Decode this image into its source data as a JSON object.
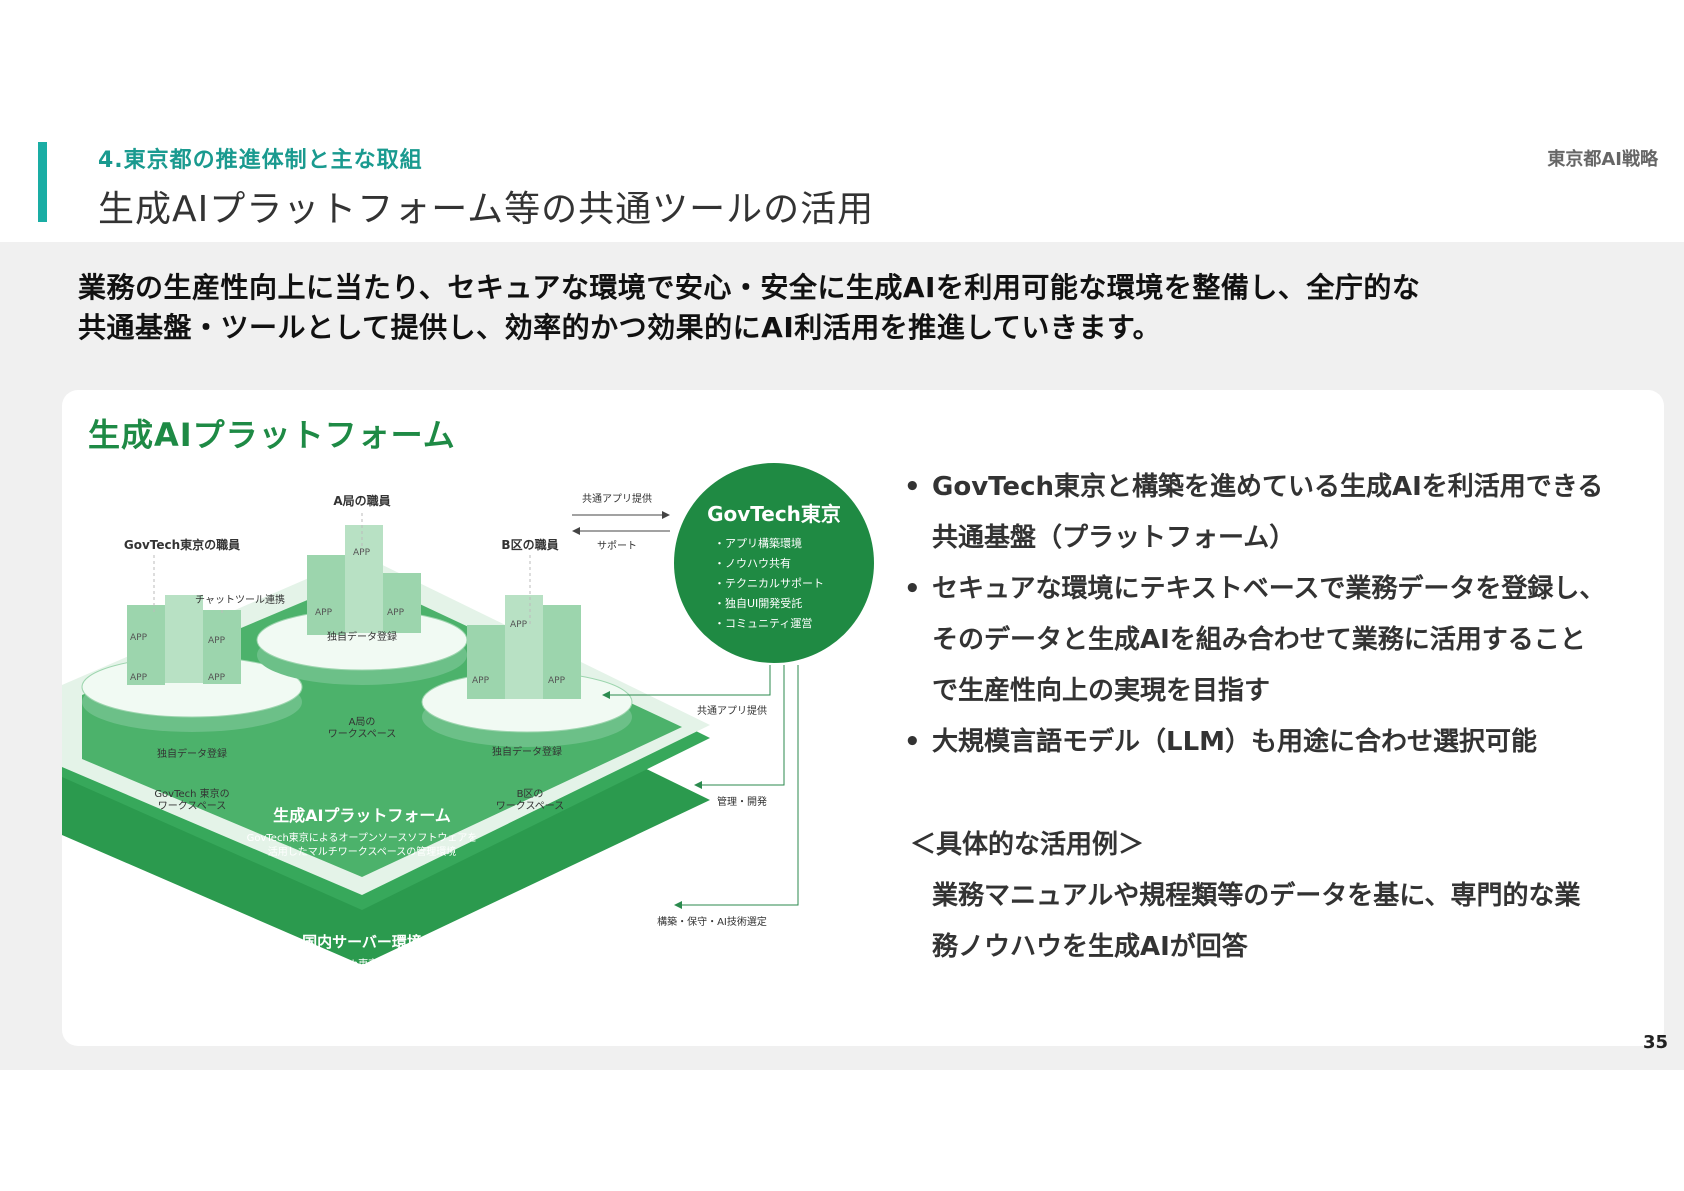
{
  "header": {
    "section": "4.東京都の推進体制と主な取組",
    "title": "生成AIプラットフォーム等の共通ツールの活用",
    "strategy": "東京都AI戦略"
  },
  "lead": {
    "line1": "業務の生産性向上に当たり、セキュアな環境で安心・安全に生成AIを利用可能な環境を整備し、全庁的な",
    "line2": "共通基盤・ツールとして提供し、効率的かつ効果的にAI利活用を推進していきます。"
  },
  "card": {
    "title": "生成AIプラットフォーム"
  },
  "diagram": {
    "govtech_circle": {
      "title": "GovTech東京",
      "items": [
        "・アプリ構築環境",
        "・ノウハウ共有",
        "・テクニカルサポート",
        "・独自UI開発受託",
        "・コミュニティ運営"
      ]
    },
    "staff_govtech": "GovTech東京の職員",
    "staff_a": "A局の職員",
    "staff_b": "B区の職員",
    "chat_tool": "チャットツール連携",
    "arrow_provide": "共通アプリ提供",
    "arrow_support": "サポート",
    "arrow_provide2": "共通アプリ提供",
    "arrow_manage": "管理・開発",
    "arrow_build": "構築・保守・AI技術選定",
    "app_label": "APP",
    "own_data": "独自データ登録",
    "ws_govtech_1": "GovTech 東京の",
    "ws_govtech_2": "ワークスペース",
    "ws_a_1": "A局の",
    "ws_a_2": "ワークスペース",
    "ws_b_1": "B区の",
    "ws_b_2": "ワークスペース",
    "platform_title": "生成AIプラットフォーム",
    "platform_desc1": "GovTech東京によるオープンソースソフトウェアを",
    "platform_desc2": "活用したマルチワークスペースの管理環境",
    "server_title": "国内サーバー環境",
    "server_desc": "GovTech東京が管理"
  },
  "bullets": [
    {
      "dot": "•",
      "lines": [
        "GovTech東京と構築を進めている生成AIを利活用できる",
        "共通基盤（プラットフォーム）"
      ]
    },
    {
      "dot": "•",
      "lines": [
        "セキュアな環境にテキストベースで業務データを登録し、",
        "そのデータと生成AIを組み合わせて業務に活用すること",
        "で生産性向上の実現を目指す"
      ]
    },
    {
      "dot": "•",
      "lines": [
        "大規模言語モデル（LLM）も用途に合わせ選択可能"
      ]
    }
  ],
  "examples": {
    "heading": "＜具体的な活用例＞",
    "line1": "業務マニュアルや規程類等のデータを基に、専門的な業",
    "line2": "務ノウハウを生成AIが回答"
  },
  "page_number": "35",
  "colors": {
    "accent_teal": "#1aada4",
    "brand_green": "#1e8a45",
    "circle_green": "#1f8a43"
  }
}
